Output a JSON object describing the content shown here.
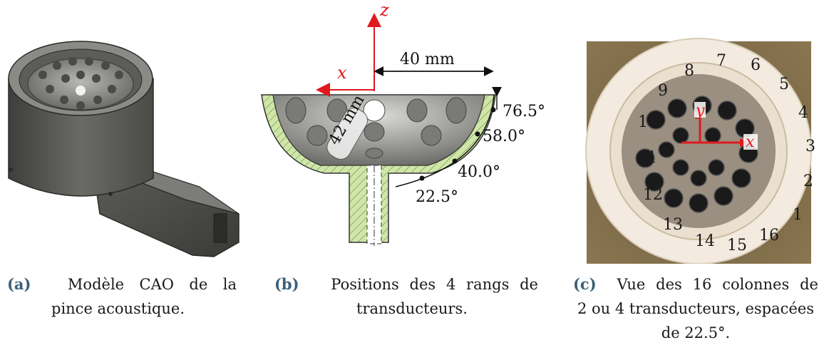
{
  "figures": [
    {
      "letter": "(a)",
      "caption_line1_words": [
        "Modèle",
        "CAO",
        "de",
        "la"
      ],
      "caption_line2": "pince acoustique."
    },
    {
      "letter": "(b)",
      "caption_line1_words": [
        "Positions",
        "des",
        "4",
        "rangs",
        "de"
      ],
      "caption_line2": "transducteurs.",
      "axis_z": "z",
      "axis_x": "x",
      "width_label": "40 mm",
      "radius_label": "42 mm",
      "angles": [
        "76.5°",
        "58.0°",
        "40.0°",
        "22.5°"
      ]
    },
    {
      "letter": "(c)",
      "caption_line1_words": [
        "Vue",
        "des",
        "16",
        "colonnes",
        "de"
      ],
      "caption_line2": "2 ou 4 transducteurs, espacées",
      "caption_line3": "de 22.5°.",
      "axis_x": "x",
      "axis_y": "y",
      "column_numbers": [
        "1",
        "2",
        "3",
        "4",
        "5",
        "6",
        "7",
        "8",
        "9",
        "10",
        "11",
        "12",
        "13",
        "14",
        "15",
        "16"
      ]
    }
  ],
  "colors": {
    "caption_letter": "#3b5f78",
    "axis_red": "#e0191e",
    "hatch_green": "#cfe6a8"
  }
}
